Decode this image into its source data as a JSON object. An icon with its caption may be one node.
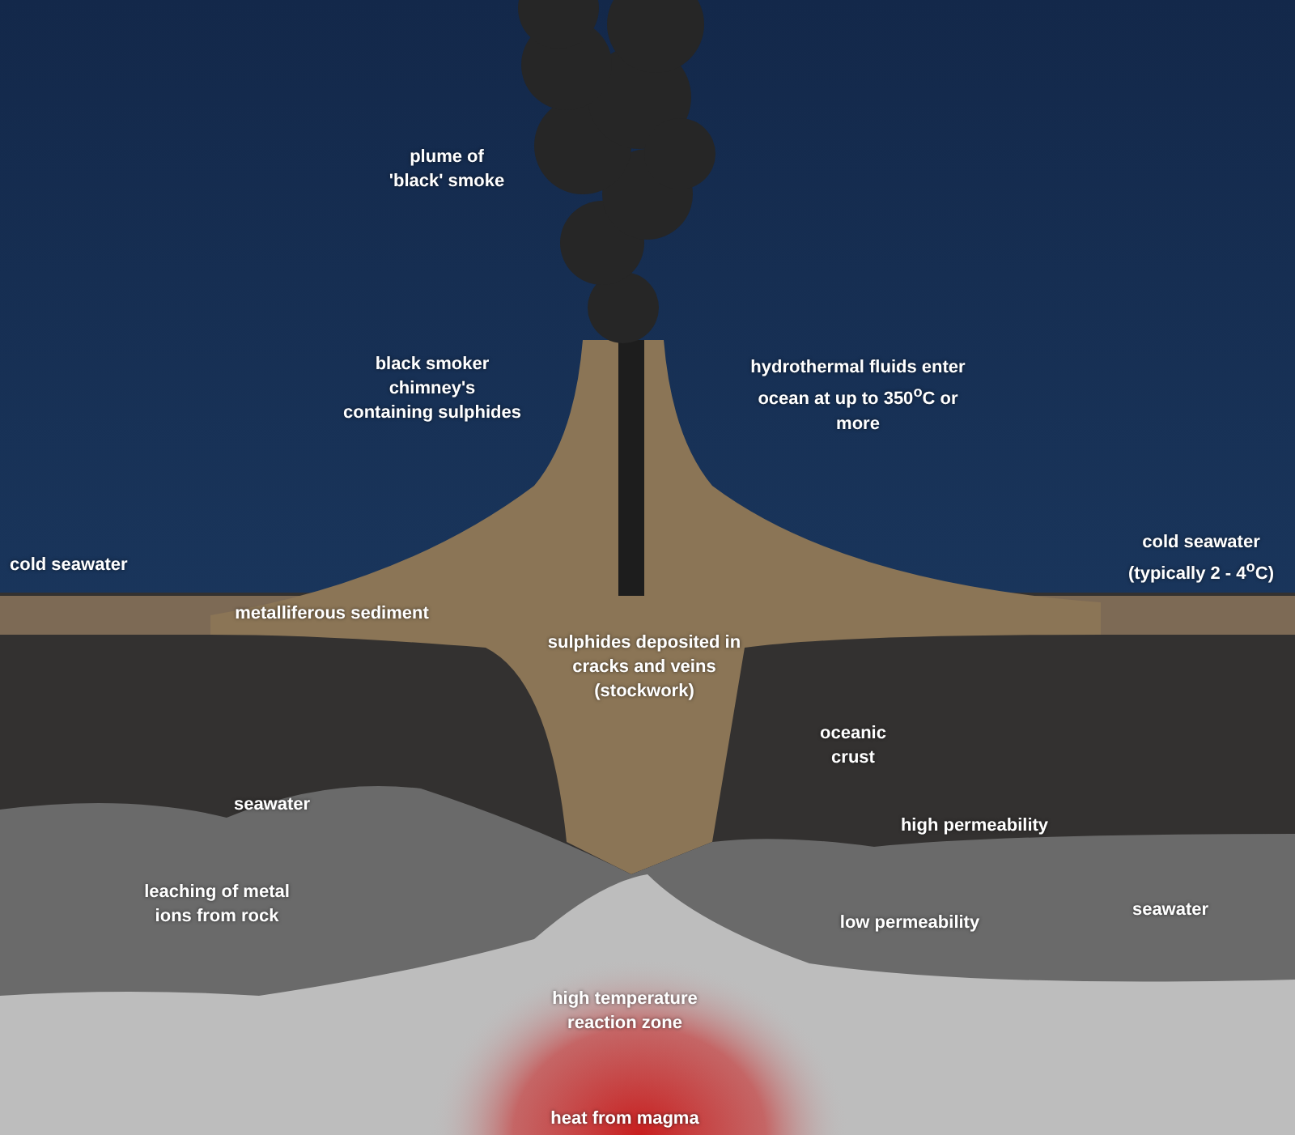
{
  "diagram": {
    "labels": [
      "plume of 'black' smoke",
      "black smoker chimney's containing sulphides",
      "hydrothermal fluids enter ocean at up to 350$^{o}$C or more",
      "cold seawater",
      "cold seawater (typically 2 - 4$^{o}$C)",
      "metalliferous sediment",
      "sulphides deposited in cracks and veins (stockwork)",
      "oceanic crust",
      "seawater",
      "high permeability",
      "leaching of metal ions from rock",
      "low permeability",
      "seawater",
      "high temperature reaction zone",
      "heat from magma"
    ]
  }
}
